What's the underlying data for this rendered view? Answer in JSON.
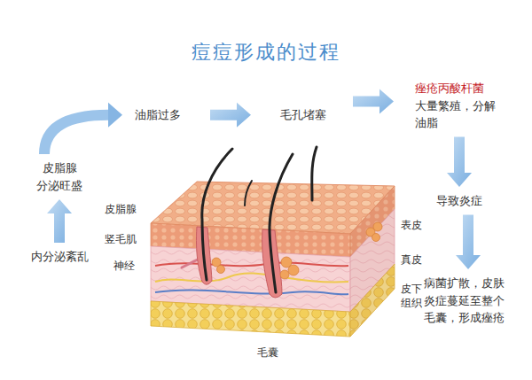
{
  "diagram": {
    "title": "痘痘形成的过程",
    "nodes": [
      {
        "text": [
          "内分泌紊乱"
        ]
      },
      {
        "text": [
          "皮脂腺 分泌旺盛"
        ]
      },
      {
        "text": [
          "油脂过多"
        ]
      },
      {
        "text": [
          "毛孔堵塞"
        ]
      },
      {
        "text": [
          "痤疮丙酸杆菌",
          "大量繁殖，分解 油脂"
        ]
      },
      {
        "text": [
          "导致炎症"
        ]
      },
      {
        "text": [
          "病菌扩散，皮肤 炎症蔓延至整个 毛囊，形成痤疮"
        ]
      }
    ],
    "edges": [
      {
        "from": 0,
        "to": 1,
        "arrow": "to"
      },
      {
        "from": 1,
        "to": 2,
        "arrow": "to"
      },
      {
        "from": 2,
        "to": 3,
        "arrow": "to"
      },
      {
        "from": 3,
        "to": 4,
        "arrow": "to"
      },
      {
        "from": 4,
        "to": 5,
        "arrow": "to"
      },
      {
        "from": 5,
        "to": 6,
        "arrow": "to"
      }
    ],
    "labels": [
      "皮脂腺",
      "竖毛肌",
      "神经",
      "表皮",
      "真皮",
      "皮下 组织",
      "毛囊"
    ]
  }
}
